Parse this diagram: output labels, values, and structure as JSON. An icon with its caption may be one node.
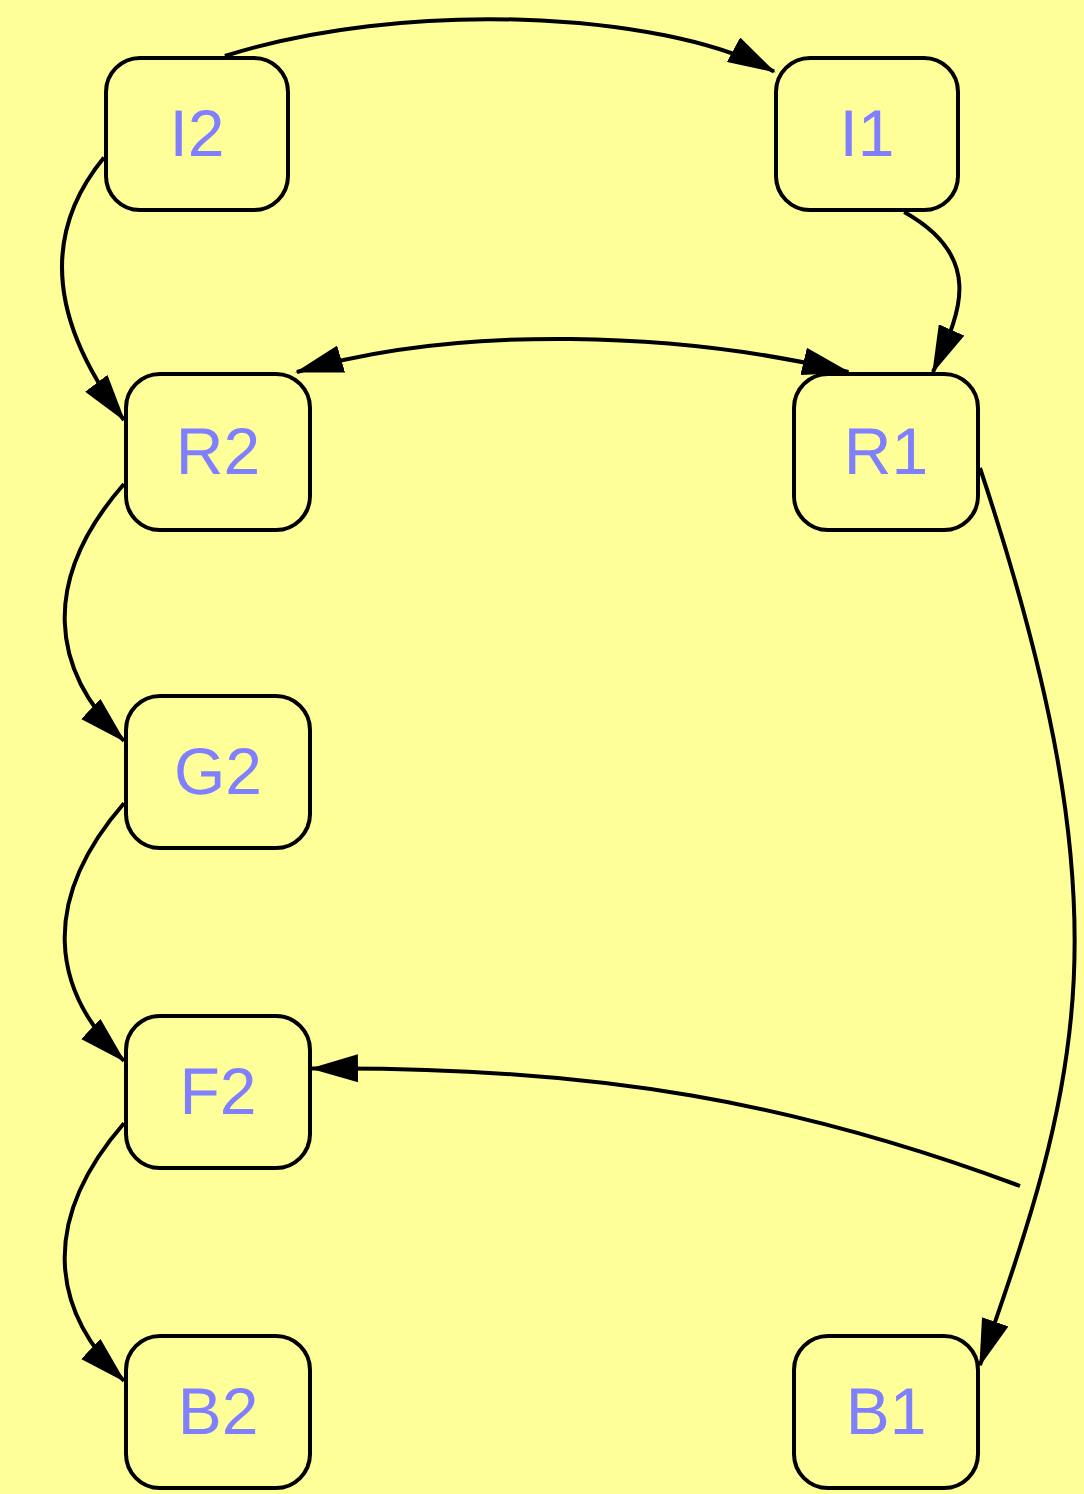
{
  "diagram": {
    "nodes": [
      {
        "text": [
          "I2"
        ]
      },
      {
        "text": [
          "I1"
        ]
      },
      {
        "text": [
          "R2"
        ]
      },
      {
        "text": [
          "R1"
        ]
      },
      {
        "text": [
          "G2"
        ]
      },
      {
        "text": [
          "F2"
        ]
      },
      {
        "text": [
          "B2"
        ]
      },
      {
        "text": [
          "B1"
        ]
      }
    ],
    "edges": [
      {
        "from": 0,
        "to": 1,
        "arrow": "to"
      },
      {
        "from": 0,
        "to": 2,
        "arrow": "to"
      },
      {
        "from": 1,
        "to": 3,
        "arrow": "to"
      },
      {
        "from": 2,
        "to": 3,
        "arrow": "both"
      },
      {
        "from": 2,
        "to": 4,
        "arrow": "to"
      },
      {
        "from": 4,
        "to": 5,
        "arrow": "to"
      },
      {
        "from": 5,
        "to": 6,
        "arrow": "to"
      },
      {
        "from": 3,
        "to": 7,
        "arrow": "to"
      },
      {
        "from": null,
        "to": 5,
        "arrow": "to"
      }
    ]
  }
}
